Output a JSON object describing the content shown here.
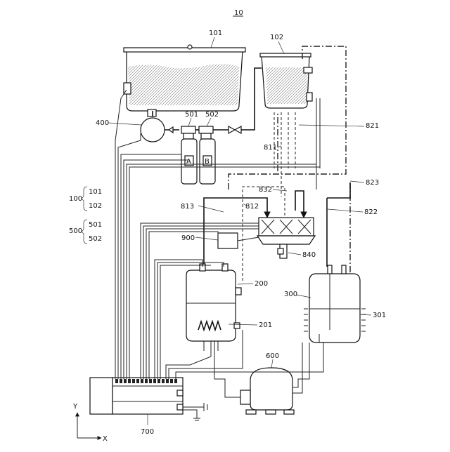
{
  "figure_label": "10",
  "labels": {
    "tank_101": "101",
    "tank_102": "102",
    "pump_400": "400",
    "cart_501": "501",
    "cart_502": "502",
    "cart_a": "A",
    "cart_b": "B",
    "group_100": "100",
    "group_100_a": "101",
    "group_100_b": "102",
    "group_500": "500",
    "group_500_a": "501",
    "group_500_b": "502",
    "pipe_811": "811",
    "pipe_812": "812",
    "pipe_813": "813",
    "pipe_821": "821",
    "pipe_822": "822",
    "pipe_823": "823",
    "pipe_832": "832",
    "valve_840": "840",
    "sensor_900": "900",
    "hot_tank_200": "200",
    "heater_201": "201",
    "cold_tank_300": "300",
    "coil_301": "301",
    "compressor_600": "600",
    "controller_700": "700",
    "axis_y": "Y",
    "axis_x": "X"
  }
}
